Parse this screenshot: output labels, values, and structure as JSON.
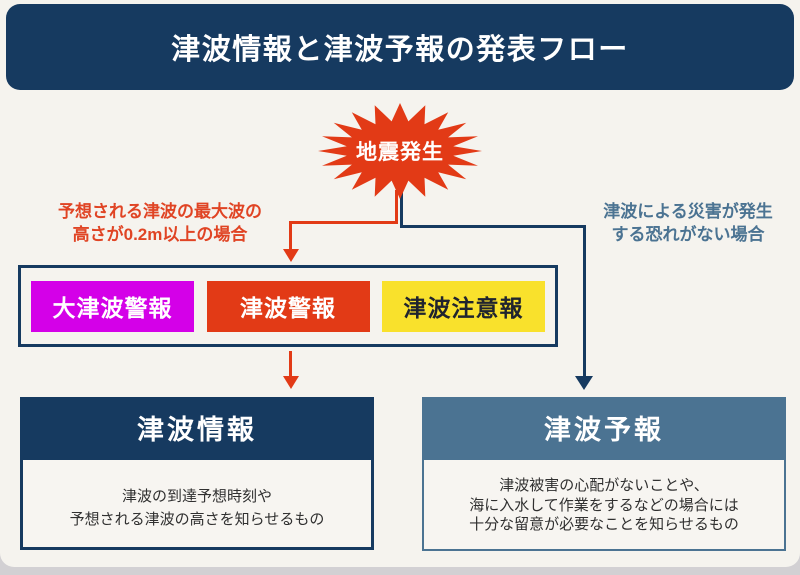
{
  "page": {
    "title": "津波情報と津波予報の発表フロー"
  },
  "flow": {
    "start_label": "地震発生",
    "left_condition": {
      "line1": "予想される津波の最大波の",
      "line2": "高さが0.2m以上の場合"
    },
    "right_condition": {
      "line1": "津波による災害が発生",
      "line2": "する恐れがない場合"
    },
    "warnings": [
      {
        "label": "大津波警報",
        "bg": "#d400e8",
        "fg": "#ffffff"
      },
      {
        "label": "津波警報",
        "bg": "#e23a16",
        "fg": "#ffffff"
      },
      {
        "label": "津波注意報",
        "bg": "#f9e12c",
        "fg": "#20242e"
      }
    ],
    "left_result": {
      "title": "津波情報",
      "desc_line1": "津波の到達予想時刻や",
      "desc_line2": "予想される津波の高さを知らせるもの"
    },
    "right_result": {
      "title": "津波予報",
      "desc_line1": "津波被害の心配がないことや、",
      "desc_line2": "海に入水して作業をするなどの場合には",
      "desc_line3": "十分な留意が必要なことを知らせるもの"
    }
  },
  "colors": {
    "header_navy": "#163a60",
    "steel_blue": "#4b7392",
    "alert_red": "#e23a16",
    "condition_red_text": "#e04424",
    "magenta": "#d400e8",
    "yellow": "#f9e12c",
    "card_background": "#f5f3ee",
    "outer_background": "#d2d0d3"
  }
}
